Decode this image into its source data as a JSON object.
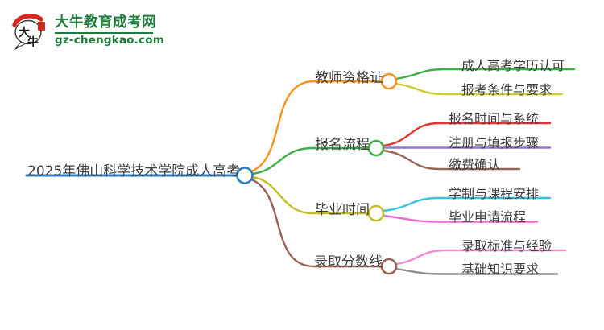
{
  "logo": {
    "icon": {
      "name": "daniu-speech-bubble-logo",
      "chars": [
        "大",
        "牛"
      ],
      "arc_color": "#d6281e",
      "seal_color": "#c8281e",
      "outline_color": "#3a3a3a"
    },
    "title": "大牛教育成考网",
    "domain": "gz-chengkao.com",
    "brand_green": "#1e7c3a"
  },
  "mindmap": {
    "text_color": "#3d3d3d",
    "root": {
      "label": "2025年佛山科学技术学院成人高考",
      "color": "#2b80c4"
    },
    "branches": [
      {
        "label": "教师资格证",
        "color": "#f7931e",
        "children": [
          {
            "label": "成人高考学历认可",
            "color": "#3fae49"
          },
          {
            "label": "报考条件与要求",
            "color": "#c9cd32"
          }
        ]
      },
      {
        "label": "报名流程",
        "color": "#3fae49",
        "children": [
          {
            "label": "报名时间与系统",
            "color": "#e5342e"
          },
          {
            "label": "注册与填报步骤",
            "color": "#9673cf"
          },
          {
            "label": "缴费确认",
            "color": "#9a6253"
          }
        ]
      },
      {
        "label": "毕业时间",
        "color": "#c3bd2b",
        "children": [
          {
            "label": "学制与课程安排",
            "color": "#35c4dc"
          },
          {
            "label": "毕业申请流程",
            "color": "#ea6fc7"
          }
        ]
      },
      {
        "label": "录取分数线",
        "color": "#9a6253",
        "children": [
          {
            "label": "录取标准与经验",
            "color": "#f18ad7"
          },
          {
            "label": "基础知识要求",
            "color": "#8e8e8e"
          }
        ]
      }
    ]
  }
}
